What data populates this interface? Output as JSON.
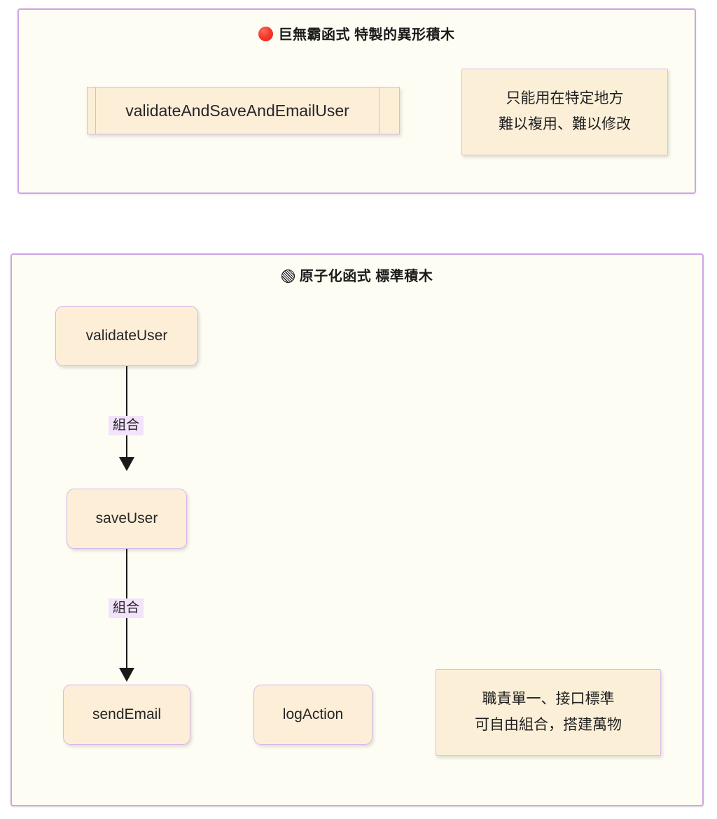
{
  "diagram": {
    "background_color": "#ffffff",
    "node_fill": "#fdeed8",
    "node_border": "#d9b6ec",
    "container_fill": "#fdfdf3",
    "container_border": "#cfa4e4",
    "edge_color": "#1a1a1a",
    "edge_label_background": "#f3e2fb",
    "note_fill": "#fcefd8"
  },
  "sections": {
    "bad": {
      "title": "巨無霸函式 特製的異形積木",
      "title_icon": "red-circle-icon",
      "node": {
        "label": "validateAndSaveAndEmailUser",
        "shape": "subroutine"
      },
      "note": {
        "lines": [
          "只能用在特定地方",
          "難以複用、難以修改"
        ]
      }
    },
    "good": {
      "title": "原子化函式 標準積木",
      "title_icon": "hatched-circle-icon",
      "nodes": [
        {
          "id": "validateUser",
          "label": "validateUser",
          "shape": "rounded-rect"
        },
        {
          "id": "saveUser",
          "label": "saveUser",
          "shape": "rounded-rect"
        },
        {
          "id": "sendEmail",
          "label": "sendEmail",
          "shape": "rounded-rect"
        },
        {
          "id": "logAction",
          "label": "logAction",
          "shape": "rounded-rect"
        }
      ],
      "edges": [
        {
          "from": "validateUser",
          "to": "saveUser",
          "label": "組合"
        },
        {
          "from": "saveUser",
          "to": "sendEmail",
          "label": "組合"
        }
      ],
      "note": {
        "lines": [
          "職責單一、接口標準",
          "可自由組合，搭建萬物"
        ]
      }
    }
  }
}
